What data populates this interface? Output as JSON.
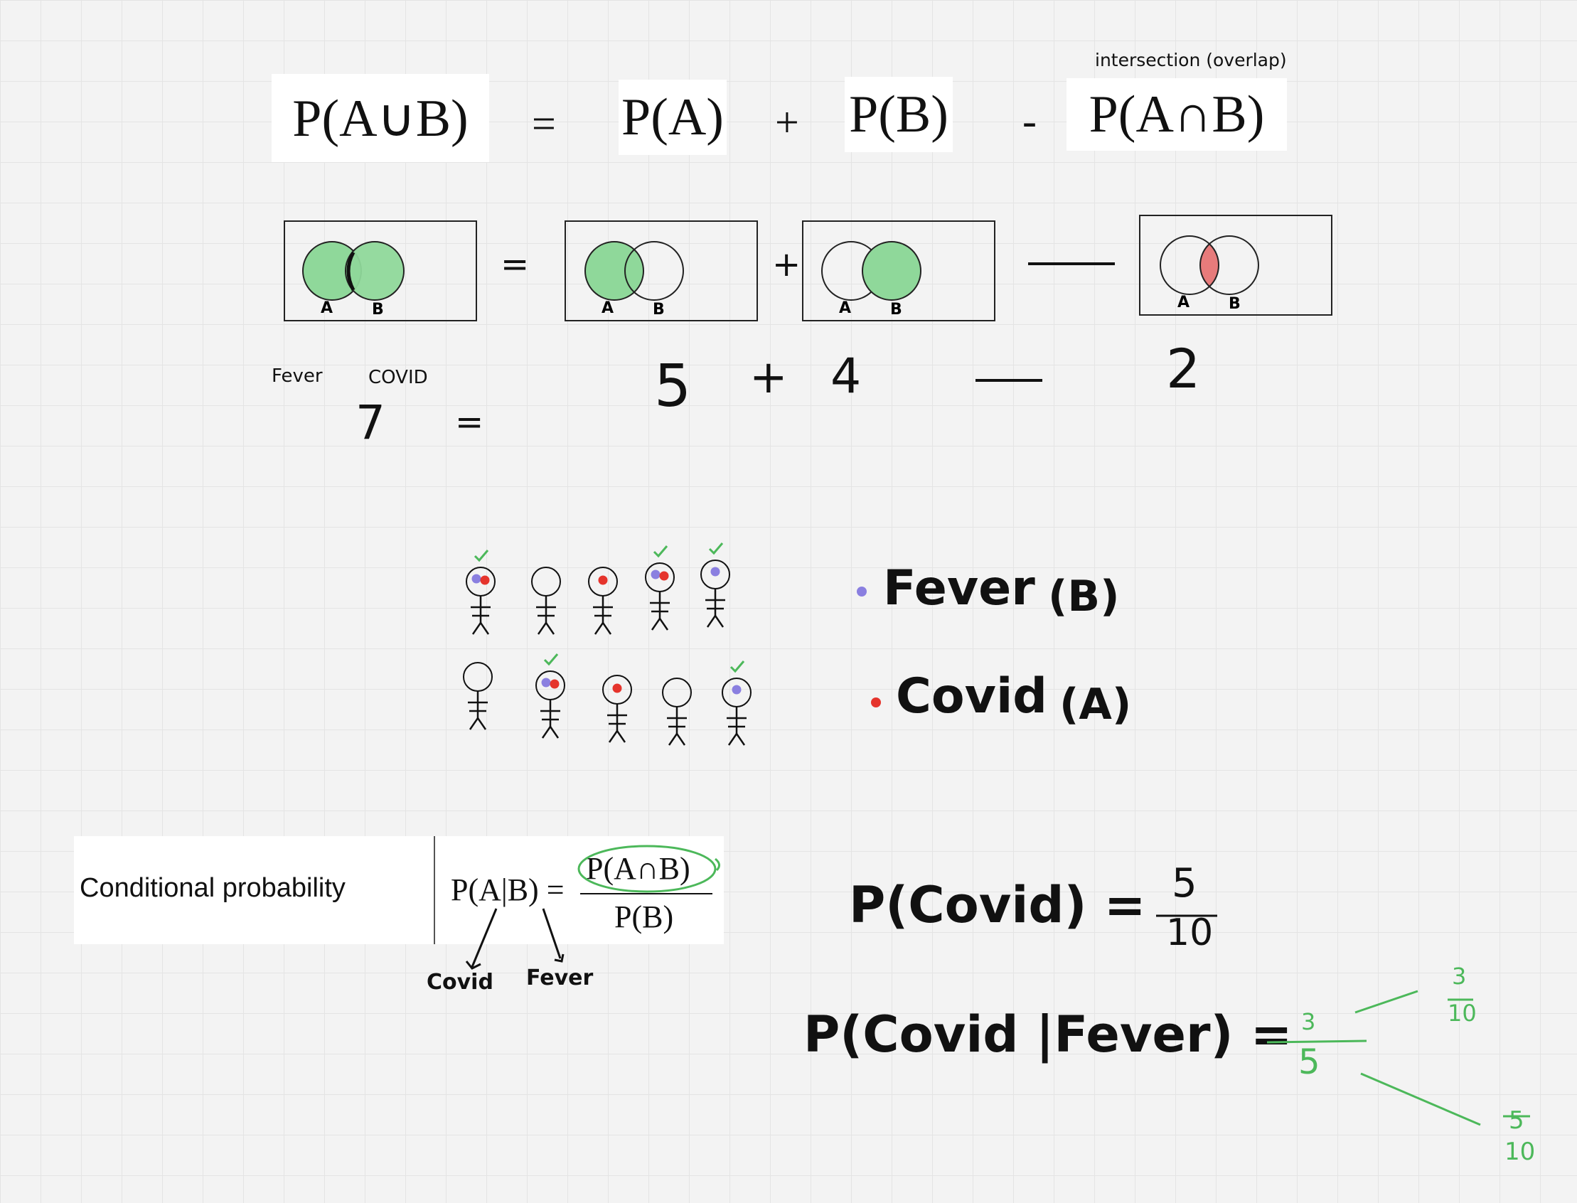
{
  "union_formula": {
    "lhs": "P(A∪B)",
    "eq": "=",
    "pa": "P(A)",
    "plus": "+",
    "pb": "P(B)",
    "minus": "-",
    "pab": "P(A∩B)",
    "intersection_note": "intersection (overlap)"
  },
  "venn_row": {
    "eq": "=",
    "plus": "+",
    "label_a": "A",
    "label_b": "B",
    "fill_color": "#8fd89a",
    "intersection_color": "#e77b7b"
  },
  "counts_row": {
    "fever_label": "Fever",
    "covid_label": "COVID",
    "total": "7",
    "eq": "=",
    "a": "5",
    "plus": "+",
    "b": "4",
    "c": "2"
  },
  "legend": {
    "fever": "Fever",
    "fever_tag": "(B)",
    "covid": "Covid",
    "covid_tag": "(A)",
    "fever_color": "#8a7fe0",
    "covid_color": "#e5342c"
  },
  "people": [
    {
      "fever": true,
      "covid": true,
      "check": true
    },
    {
      "fever": false,
      "covid": false,
      "check": false
    },
    {
      "fever": false,
      "covid": true,
      "check": false
    },
    {
      "fever": true,
      "covid": true,
      "check": true
    },
    {
      "fever": true,
      "covid": false,
      "check": true
    },
    {
      "fever": false,
      "covid": false,
      "check": false
    },
    {
      "fever": true,
      "covid": true,
      "check": true
    },
    {
      "fever": false,
      "covid": true,
      "check": false
    },
    {
      "fever": false,
      "covid": false,
      "check": false
    },
    {
      "fever": true,
      "covid": false,
      "check": true
    }
  ],
  "conditional": {
    "title": "Conditional probability",
    "lhs": "P(A|B) =",
    "numerator": "P(A∩B)",
    "denominator": "P(B)",
    "arrow_a": "Covid",
    "arrow_b": "Fever"
  },
  "p_covid": {
    "label": "P(Covid) =",
    "num": "5",
    "den": "10"
  },
  "p_covid_fever": {
    "label": "P(Covid |Fever) =",
    "num": "3",
    "den": "5",
    "top_num": "3",
    "top_den": "10",
    "bottom_num": "5",
    "bottom_den": "10",
    "annotation_color": "#4cb85a"
  }
}
